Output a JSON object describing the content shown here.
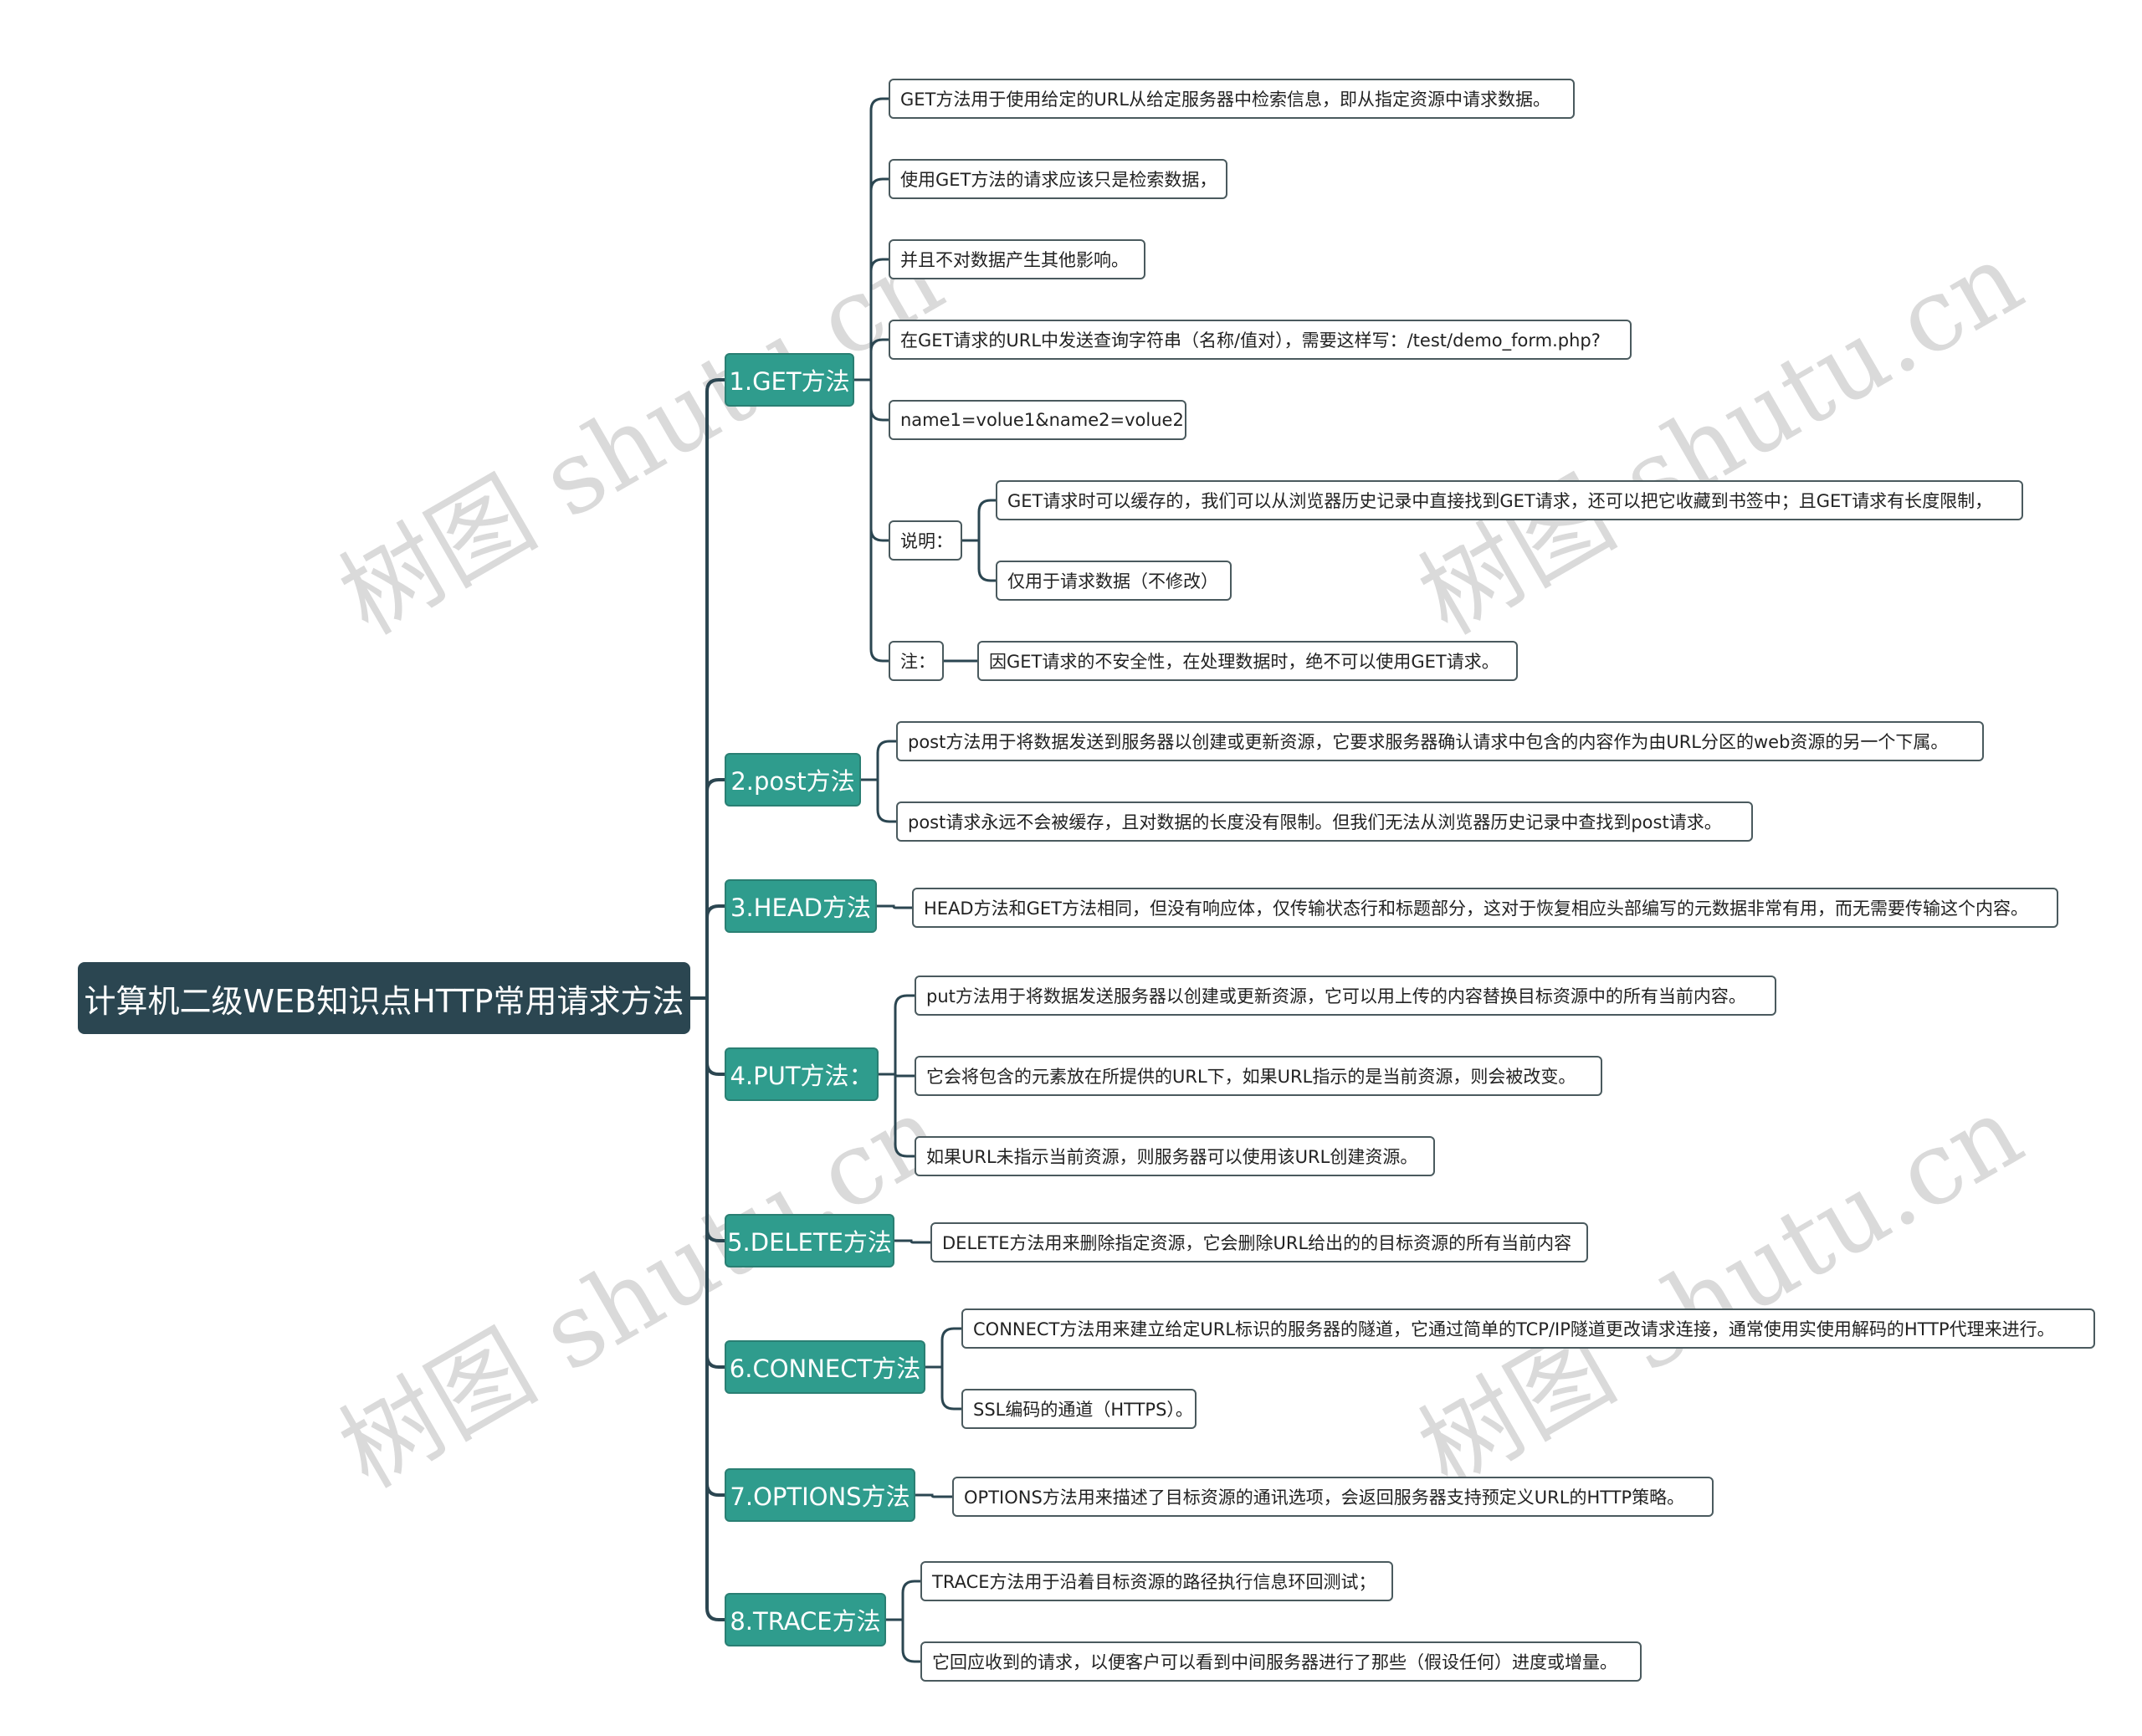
{
  "watermark": "树图 shutu.cn",
  "colors": {
    "root_bg": "#2b4651",
    "branch_bg": "#2f9c8d",
    "line": "#2b4651",
    "leaf_border": "#4a5a5e"
  },
  "root": "计算机二级WEB知识点HTTP常用请求方法",
  "branches": [
    {
      "label": "1.GET方法",
      "children": [
        {
          "text": "GET方法用于使用给定的URL从给定服务器中检索信息，即从指定资源中请求数据。"
        },
        {
          "text": "使用GET方法的请求应该只是检索数据，"
        },
        {
          "text": "并且不对数据产生其他影响。"
        },
        {
          "text": "在GET请求的URL中发送查询字符串（名称/值对），需要这样写：/test/demo_form.php?"
        },
        {
          "text": "name1=volue1&name2=volue2"
        },
        {
          "text": "说明：",
          "children": [
            {
              "text": "GET请求时可以缓存的，我们可以从浏览器历史记录中直接找到GET请求，还可以把它收藏到书签中；且GET请求有长度限制，"
            },
            {
              "text": "仅用于请求数据（不修改）"
            }
          ]
        },
        {
          "text": "注：",
          "children": [
            {
              "text": "因GET请求的不安全性，在处理数据时，绝不可以使用GET请求。"
            }
          ]
        }
      ]
    },
    {
      "label": "2.post方法",
      "children": [
        {
          "text": "post方法用于将数据发送到服务器以创建或更新资源，它要求服务器确认请求中包含的内容作为由URL分区的web资源的另一个下属。"
        },
        {
          "text": "post请求永远不会被缓存，且对数据的长度没有限制。但我们无法从浏览器历史记录中查找到post请求。"
        }
      ]
    },
    {
      "label": "3.HEAD方法",
      "children": [
        {
          "text": "HEAD方法和GET方法相同，但没有响应体，仅传输状态行和标题部分，这对于恢复相应头部编写的元数据非常有用，而无需要传输这个内容。"
        }
      ]
    },
    {
      "label": "4.PUT方法：",
      "children": [
        {
          "text": "put方法用于将数据发送服务器以创建或更新资源，它可以用上传的内容替换目标资源中的所有当前内容。"
        },
        {
          "text": "它会将包含的元素放在所提供的URL下，如果URL指示的是当前资源，则会被改变。"
        },
        {
          "text": "如果URL未指示当前资源，则服务器可以使用该URL创建资源。"
        }
      ]
    },
    {
      "label": "5.DELETE方法",
      "children": [
        {
          "text": "DELETE方法用来删除指定资源，它会删除URL给出的的目标资源的所有当前内容"
        }
      ]
    },
    {
      "label": "6.CONNECT方法",
      "children": [
        {
          "text": "CONNECT方法用来建立给定URL标识的服务器的隧道，它通过简单的TCP/IP隧道更改请求连接，通常使用实使用解码的HTTP代理来进行。"
        },
        {
          "text": "SSL编码的通道（HTTPS）。"
        }
      ]
    },
    {
      "label": "7.OPTIONS方法",
      "children": [
        {
          "text": "OPTIONS方法用来描述了目标资源的通讯选项，会返回服务器支持预定义URL的HTTP策略。"
        }
      ]
    },
    {
      "label": "8.TRACE方法",
      "children": [
        {
          "text": "TRACE方法用于沿着目标资源的路径执行信息环回测试；"
        },
        {
          "text": "它回应收到的请求，以便客户可以看到中间服务器进行了那些（假设任何）进度或增量。"
        }
      ]
    }
  ]
}
